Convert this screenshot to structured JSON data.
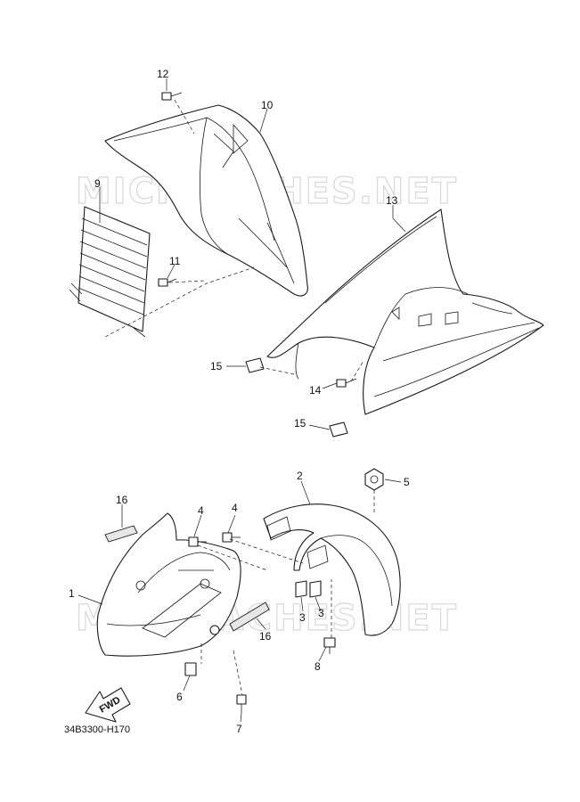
{
  "watermark": "MICROACHES.NET",
  "diagram_code": "34B3300-H170",
  "fwd_label": "FWD",
  "callouts": {
    "c1": "1",
    "c2": "2",
    "c3a": "3",
    "c3b": "3",
    "c4a": "4",
    "c4b": "4",
    "c5": "5",
    "c6": "6",
    "c7": "7",
    "c8": "8",
    "c9": "9",
    "c10": "10",
    "c11": "11",
    "c12": "12",
    "c13": "13",
    "c14": "14",
    "c15a": "15",
    "c15b": "15",
    "c16a": "16",
    "c16b": "16"
  }
}
